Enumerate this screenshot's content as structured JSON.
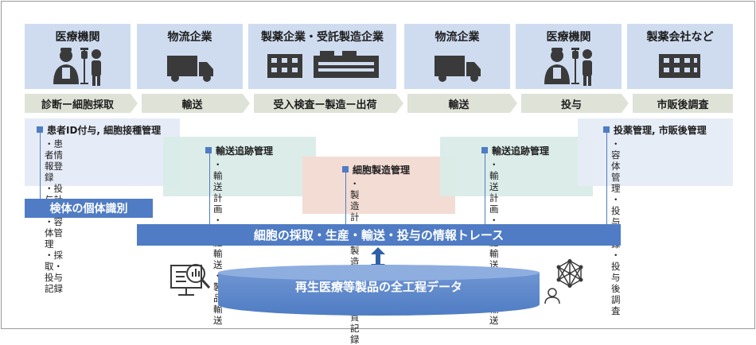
{
  "stakeholders": [
    {
      "label": "医療機関",
      "icon": "doctor-patient-icon"
    },
    {
      "label": "物流企業",
      "icon": "truck-icon"
    },
    {
      "label": "製薬企業・受託製造企業",
      "icon": "factory-icon"
    },
    {
      "label": "物流企業",
      "icon": "truck-icon"
    },
    {
      "label": "医療機関",
      "icon": "doctor-patient-icon"
    },
    {
      "label": "製薬会社など",
      "icon": "office-building-icon"
    }
  ],
  "stages": [
    "診断ー細胞採取",
    "輸送",
    "受入検査ー製造ー出荷",
    "輸送",
    "投与",
    "市販後調査"
  ],
  "boxes": {
    "patient": {
      "title": "患者ID付与, 細胞接種管理",
      "items": [
        "患者情報登録",
        "投与計画",
        "容体管理",
        "採取・投与記録"
      ]
    },
    "transport1": {
      "title": "輸送追跡管理",
      "items": [
        "輸送計画",
        "細胞輸送",
        "製品輸送"
      ]
    },
    "manufacturing": {
      "title": "細胞製造管理",
      "items": [
        "製造計画",
        "製造記録",
        "品質記録"
      ]
    },
    "transport2": {
      "title": "輸送追跡管理",
      "items": [
        "輸送計画",
        "細胞輸送",
        "製品輸送"
      ]
    },
    "postmarket": {
      "title": "投薬管理, 市販後管理",
      "items": [
        "容体管理",
        "投与記録",
        "投与後調査"
      ]
    }
  },
  "specimen_label": "検体の個体識別",
  "trace_bar_label": "細胞の採取・生産・輸送・投与の情報トレース",
  "database_label": "再生医療等製品の全工程データ",
  "colors": {
    "card_bg": "#cfdcf0",
    "stage_bg": "#dfe3d7",
    "accent_blue": "#4f7cc4",
    "patient_box": "#e6ecf7",
    "transport_box": "#d9ece7",
    "manufacturing_box": "#f3dcd4",
    "icon_dark": "#3a3a3a"
  }
}
